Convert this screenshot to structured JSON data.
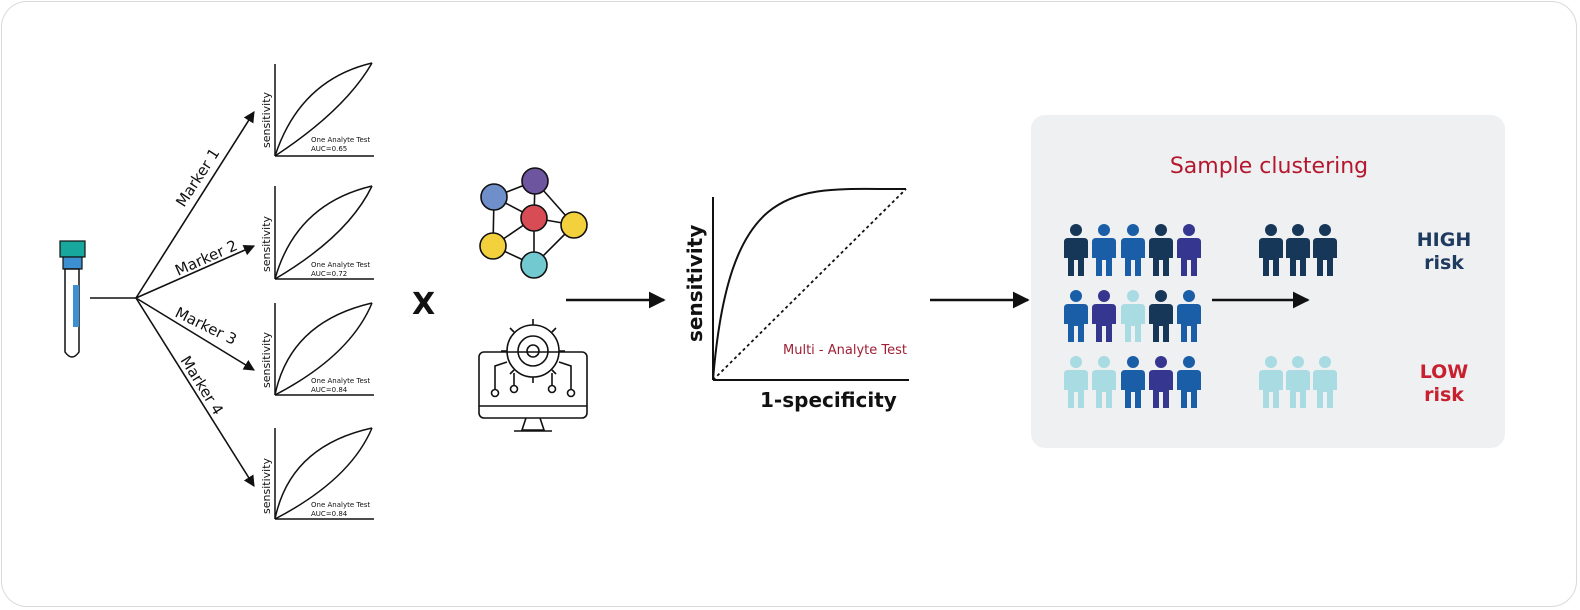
{
  "markers": [
    "Marker 1",
    "Marker 2",
    "Marker 3",
    "Marker 4"
  ],
  "mini_roc": [
    {
      "ylabel": "sensitivity",
      "test": "One Analyte Test",
      "auc": "AUC=0.65"
    },
    {
      "ylabel": "sensitivity",
      "test": "One Analyte Test",
      "auc": "AUC=0.72"
    },
    {
      "ylabel": "sensitivity",
      "test": "One Analyte Test",
      "auc": "AUC=0.84"
    },
    {
      "ylabel": "sensitivity",
      "test": "One Analyte Test",
      "auc": "AUC=0.84"
    }
  ],
  "multiply_symbol": "X",
  "main_roc": {
    "ylabel": "sensitivity",
    "xlabel": "1-specificity",
    "curve_label": "Multi - Analyte Test"
  },
  "clustering": {
    "title": "Sample clustering",
    "high": {
      "line1": "HIGH",
      "line2": "risk"
    },
    "low": {
      "line1": "LOW",
      "line2": "risk"
    }
  },
  "colors": {
    "title_red": "#b5182e",
    "high_navy": "#1f3a5f",
    "low_red": "#c8202f",
    "navy": "#173759",
    "blue": "#1b5ea8",
    "purple": "#35368f",
    "light": "#a8dbe2",
    "panel": "#eef0f2",
    "curve_label": "#a02035"
  }
}
